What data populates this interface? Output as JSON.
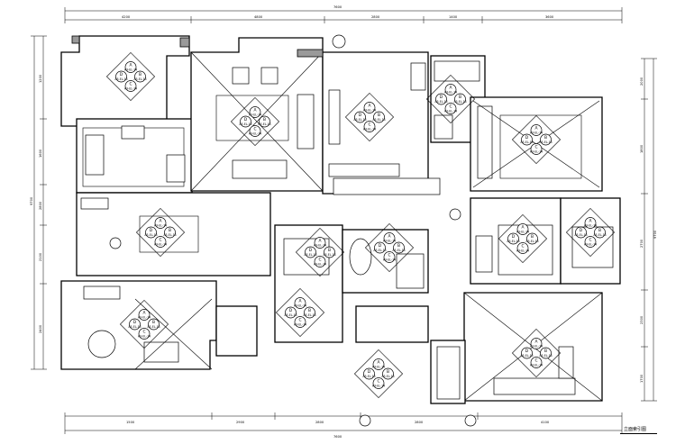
{
  "drawing": {
    "caption": "立面索引图",
    "code_label": "A3-EL-14",
    "letters": [
      "A",
      "B",
      "C",
      "D"
    ]
  },
  "dimensions": {
    "top_overall": "7600",
    "top_segments": [
      "4200",
      "4800",
      "2800",
      "1400",
      "3600"
    ],
    "bottom_overall": "7600",
    "bottom_segments": [
      "1500",
      "2900",
      "2800",
      "2800",
      "4100"
    ],
    "left_overall": "9700",
    "left_segments": [
      "1200",
      "1600",
      "2800",
      "2100",
      "2400"
    ],
    "right_overall": "9700",
    "right_segments": [
      "2000",
      "1800",
      "2700",
      "2300",
      "1700"
    ]
  }
}
